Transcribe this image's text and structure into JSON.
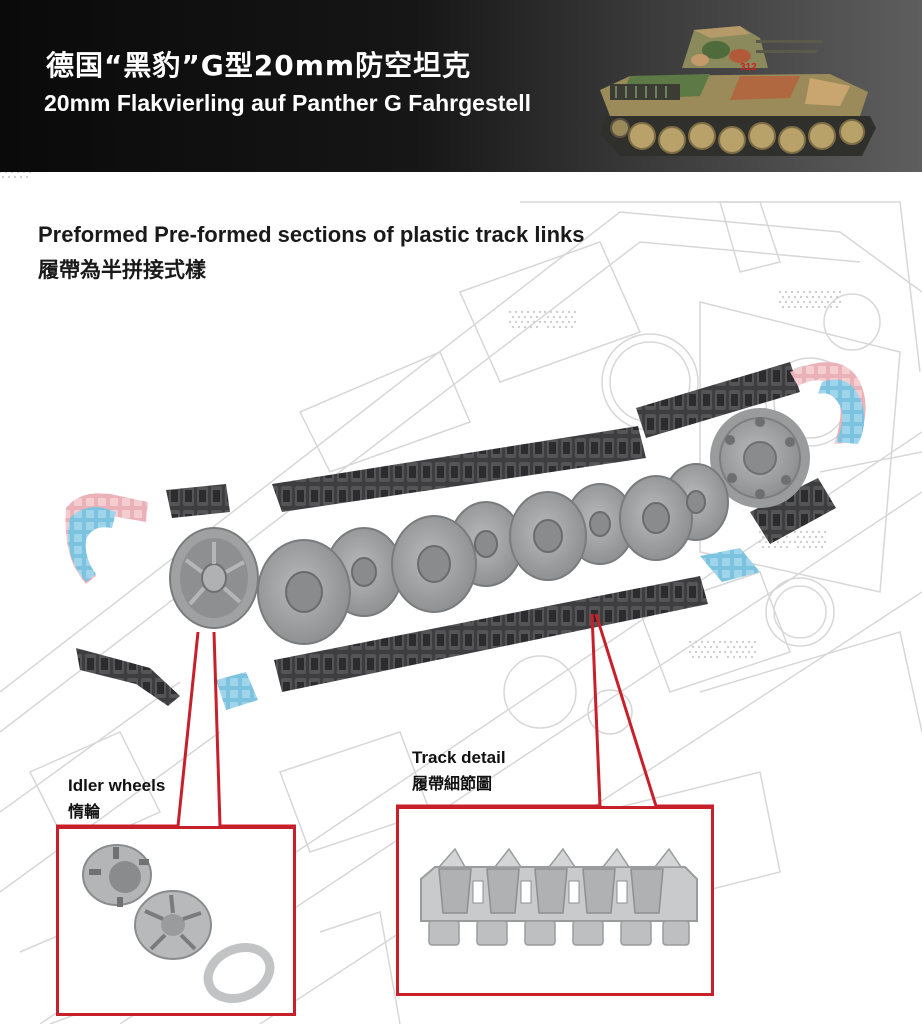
{
  "banner": {
    "title_cn": "德国“黑豹”G型20mm防空坦克",
    "title_en": "20mm Flakvierling auf Panther G Fahrgestell",
    "tank_marking": "312"
  },
  "section": {
    "heading_en": "Preformed Pre-formed sections of plastic track links",
    "heading_cn": "履帶為半拼接式樣"
  },
  "callouts": {
    "idler": {
      "label_en": "Idler wheels",
      "label_cn": "惰輪"
    },
    "track": {
      "label_en": "Track detail",
      "label_cn": "履帶細節圖"
    }
  },
  "colors": {
    "callout_red": "#c8202a",
    "track_dark": "#3e3e40",
    "wheel_grey": "#9a9b9d",
    "part_blue": "#7cc3e0",
    "part_pink": "#eab2b8",
    "blueprint_line": "#d7d7d7"
  }
}
